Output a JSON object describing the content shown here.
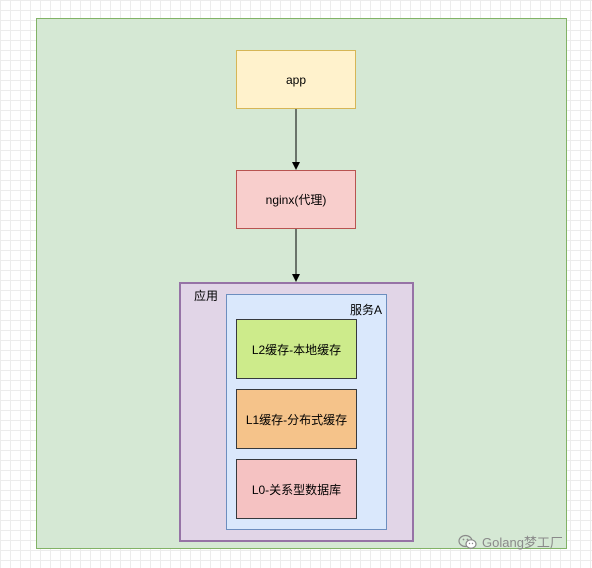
{
  "diagram": {
    "nodes": {
      "app": "app",
      "nginx": "nginx(代理)",
      "app_group": "应用",
      "service": "服务A",
      "l2": "L2缓存-本地缓存",
      "l1": "L1缓存-分布式缓存",
      "l0": "L0-关系型数据库"
    },
    "edges": [
      {
        "from": "app",
        "to": "nginx"
      },
      {
        "from": "nginx",
        "to": "app_group"
      }
    ]
  },
  "watermark": {
    "text": "Golang梦工厂"
  },
  "colors": {
    "outer_fill": "#d5e8d4",
    "app_fill": "#fff2cc",
    "nginx_fill": "#f8cecc",
    "app_group_fill": "#e1d5e7",
    "service_fill": "#dae8fc",
    "l2_fill": "#cdeb8b",
    "l1_fill": "#f5c38a",
    "l0_fill": "#f5c2c2"
  }
}
